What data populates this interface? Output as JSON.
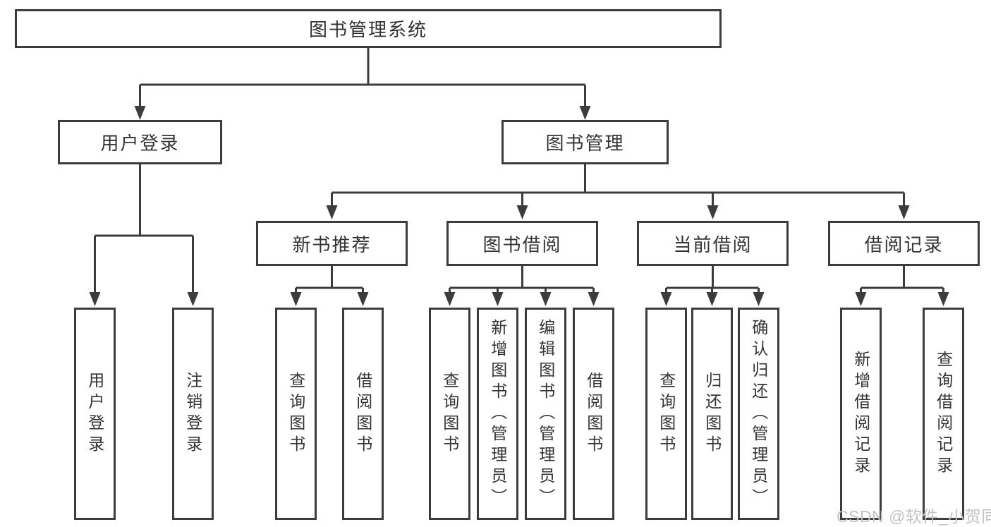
{
  "tree": {
    "label": "图书管理系统",
    "children": [
      {
        "label": "用户登录",
        "children": [
          {
            "label": "用户登录"
          },
          {
            "label": "注销登录"
          }
        ]
      },
      {
        "label": "图书管理",
        "children": [
          {
            "label": "新书推荐",
            "children": [
              {
                "label": "查询图书"
              },
              {
                "label": "借阅图书"
              }
            ]
          },
          {
            "label": "图书借阅",
            "children": [
              {
                "label": "查询图书"
              },
              {
                "label": "新增图书（管理员）"
              },
              {
                "label": "编辑图书（管理员）"
              },
              {
                "label": "借阅图书"
              }
            ]
          },
          {
            "label": "当前借阅",
            "children": [
              {
                "label": "查询图书"
              },
              {
                "label": "归还图书"
              },
              {
                "label": "确认归还（管理员）"
              }
            ]
          },
          {
            "label": "借阅记录",
            "children": [
              {
                "label": "新增借阅记录"
              },
              {
                "label": "查询借阅记录"
              }
            ]
          }
        ]
      }
    ]
  },
  "watermark": {
    "text": "CSDN @软件_小贺同学"
  },
  "colors": {
    "line": "#3c3c3c",
    "text": "#333333",
    "watermark": "#c3c3c3",
    "background": "#ffffff"
  }
}
